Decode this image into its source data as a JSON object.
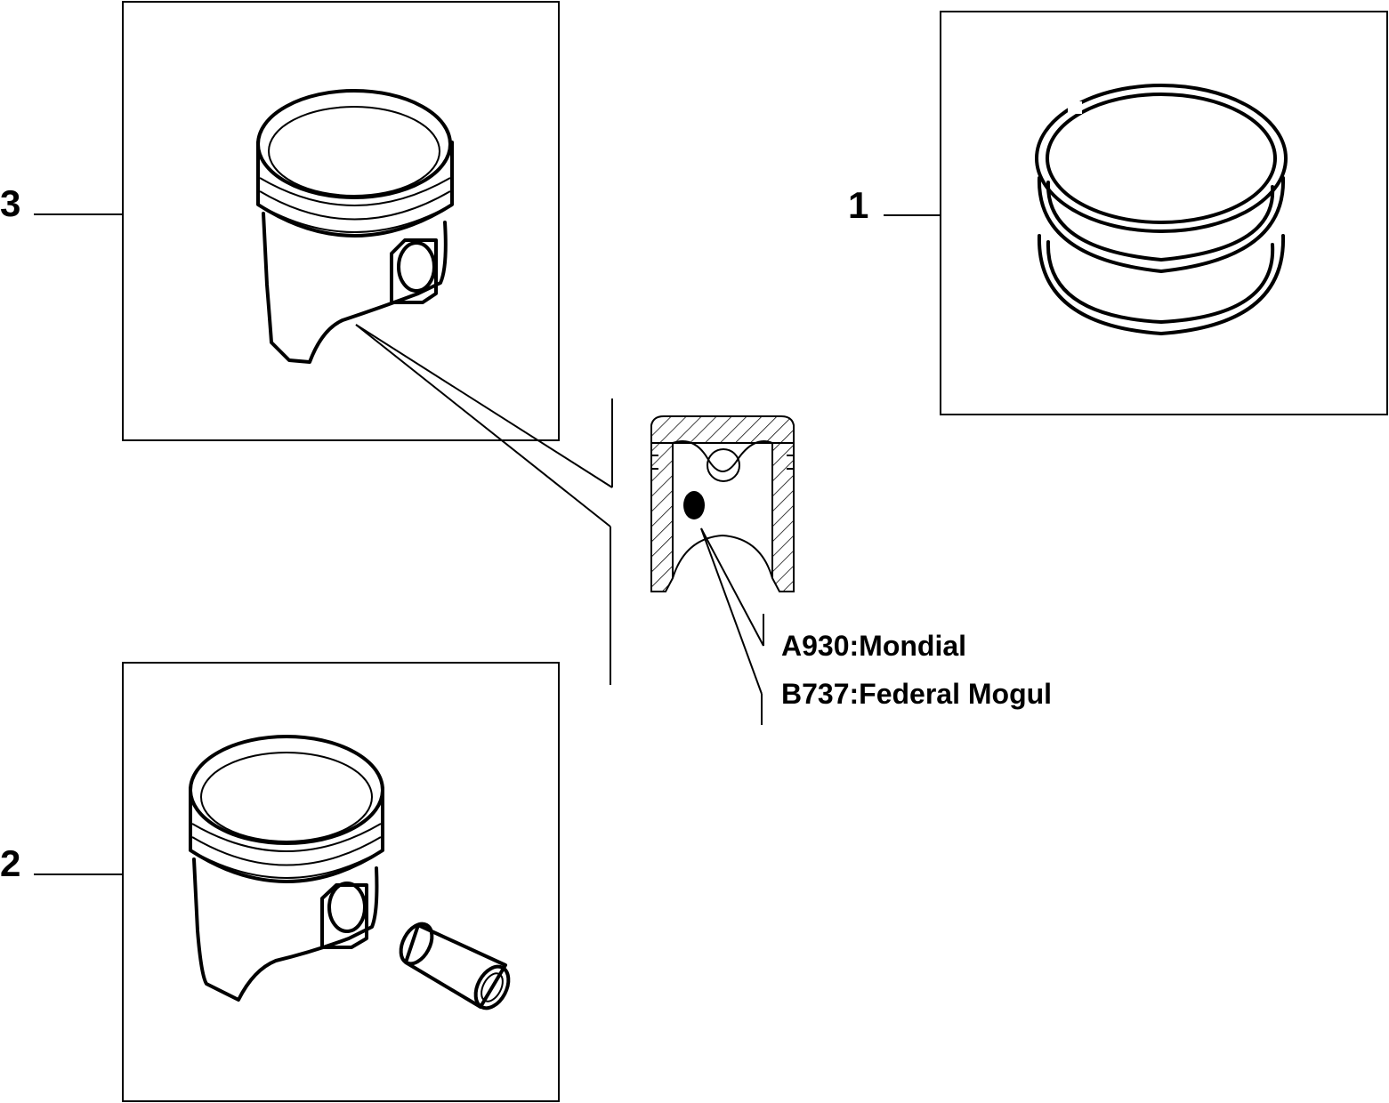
{
  "callouts": [
    {
      "number": "1",
      "part": "piston-rings"
    },
    {
      "number": "2",
      "part": "piston-with-pin"
    },
    {
      "number": "3",
      "part": "piston"
    }
  ],
  "suppliers": [
    {
      "text": "A930:Mondial"
    },
    {
      "text": "B737:Federal Mogul"
    }
  ],
  "colors": {
    "line": "#000000",
    "background": "#ffffff"
  }
}
